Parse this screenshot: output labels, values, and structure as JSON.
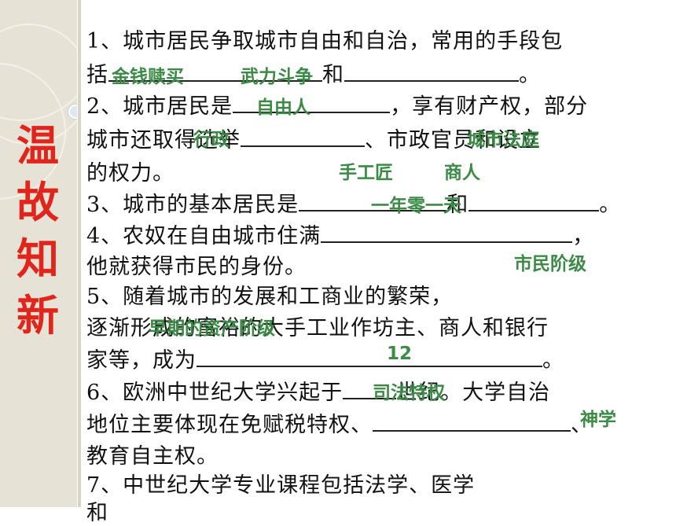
{
  "sidebar": {
    "title_chars": [
      "温",
      "故",
      "知",
      "新"
    ]
  },
  "questions": {
    "q1_a": "1、城市居民争取城市自由和自治，常用的手段包",
    "q1_b_pre": "括",
    "q1_b_mid": "和",
    "q1_b_end": "。",
    "q2_a_pre": "2、城市居民是",
    "q2_a_post": "，享有财产权，部分",
    "q2_b_pre": "城市还取得选举",
    "q2_b_mid": "、市政官员和设立",
    "q2_c": "的权力。",
    "q3_pre": "3、城市的基本居民是",
    "q3_mid": "和",
    "q3_end": "。",
    "q4_a_pre": "4、农奴在自由城市住满",
    "q4_a_end": "，",
    "q4_b": "他就获得市民的身份。",
    "q5_a": "5、随着城市的发展和工商业的繁荣，",
    "q5_b": "逐渐形成的富裕的大手工业作坊主、商人和银行",
    "q5_c_pre": "家等，成为",
    "q5_c_end": "。",
    "q6_a_pre": "6、欧洲中世纪大学兴起于",
    "q6_a_post": "世纪。大学自治",
    "q6_b_pre": "地位主要体现在免赋税特权、",
    "q6_b_end": "、",
    "q6_c": "教育自主权。",
    "q7_a": "7、中世纪大学专业课程包括法学、医学",
    "q7_b": "和"
  },
  "answers": {
    "a1": "金钱赎买",
    "a2": "武力斗争",
    "a3": "自由人",
    "a4": "行政",
    "a5": "城市法庭",
    "a6": "手工匠",
    "a7": "商人",
    "a8": "一年零一天",
    "a9": "市民阶级",
    "a10": "早期的资产阶级",
    "a11": "12",
    "a12": "司法特权",
    "a13": "神学"
  }
}
